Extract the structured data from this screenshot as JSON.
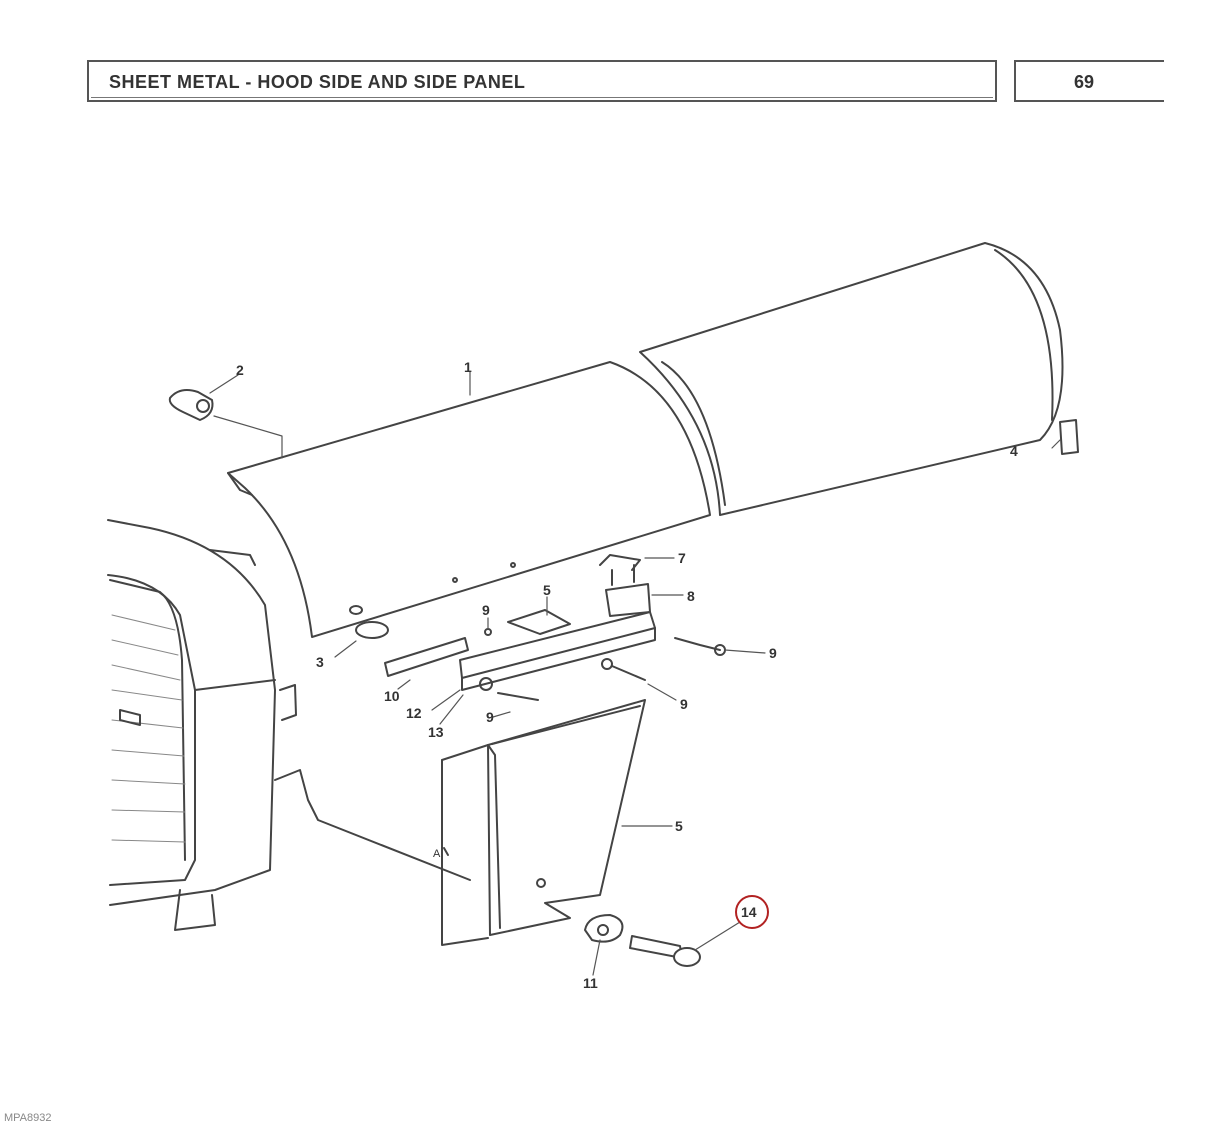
{
  "header": {
    "title": "SHEET METAL - HOOD SIDE AND SIDE PANEL",
    "page_number": "69"
  },
  "footer": {
    "drawing_code": "MPA8932"
  },
  "diagram": {
    "highlight_color": "#b22222",
    "highlighted_callout": "14",
    "callouts": {
      "c1": "1",
      "c2": "2",
      "c3": "3",
      "c4": "4",
      "c5a": "5",
      "c5b": "5",
      "c7": "7",
      "c8": "8",
      "c9a": "9",
      "c9b": "9",
      "c9c": "9",
      "c9d": "9",
      "c10": "10",
      "c11": "11",
      "c12": "12",
      "c13": "13",
      "c14": "14",
      "cA": "A"
    }
  }
}
